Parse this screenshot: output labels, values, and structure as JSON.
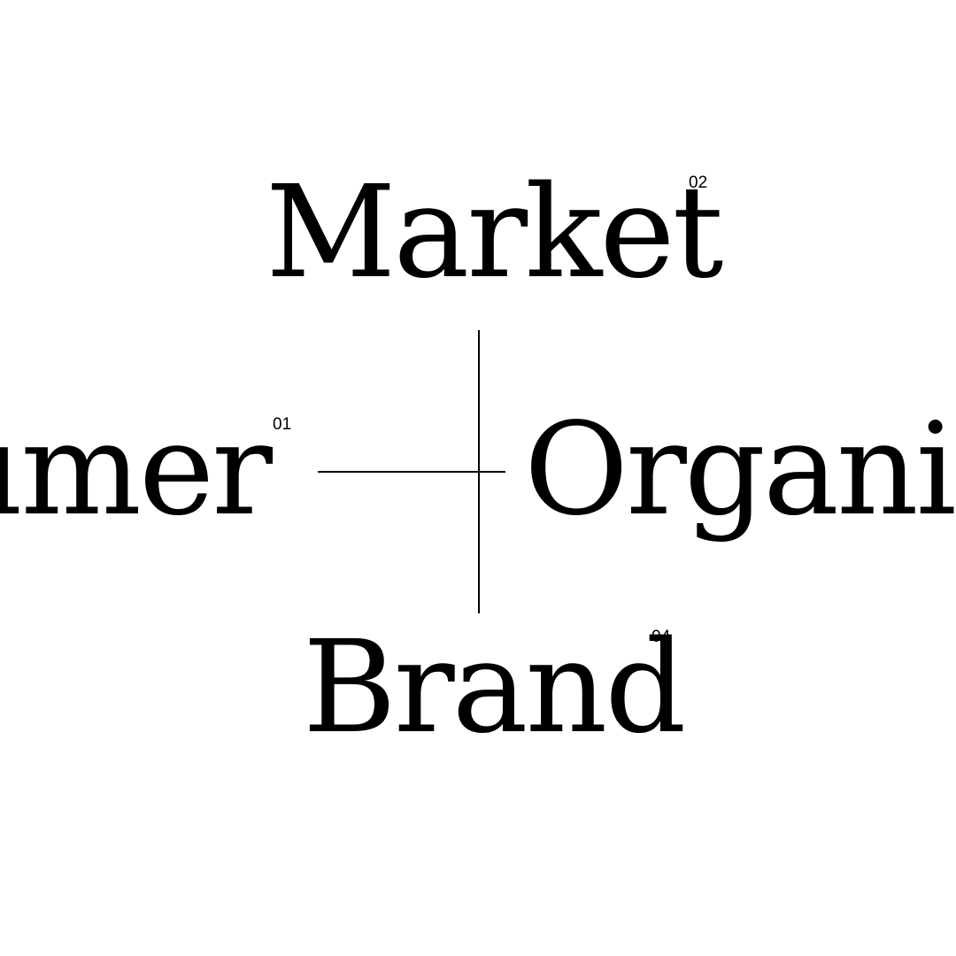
{
  "diagram": {
    "terms": {
      "top": {
        "label": "Market",
        "number": "02"
      },
      "left": {
        "label": "Consumer",
        "number": "01"
      },
      "right": {
        "label": "Organisation"
      },
      "bottom": {
        "label": "Brand",
        "number": "04"
      }
    },
    "colors": {
      "background": "#ffffff",
      "ink": "#000000"
    }
  }
}
